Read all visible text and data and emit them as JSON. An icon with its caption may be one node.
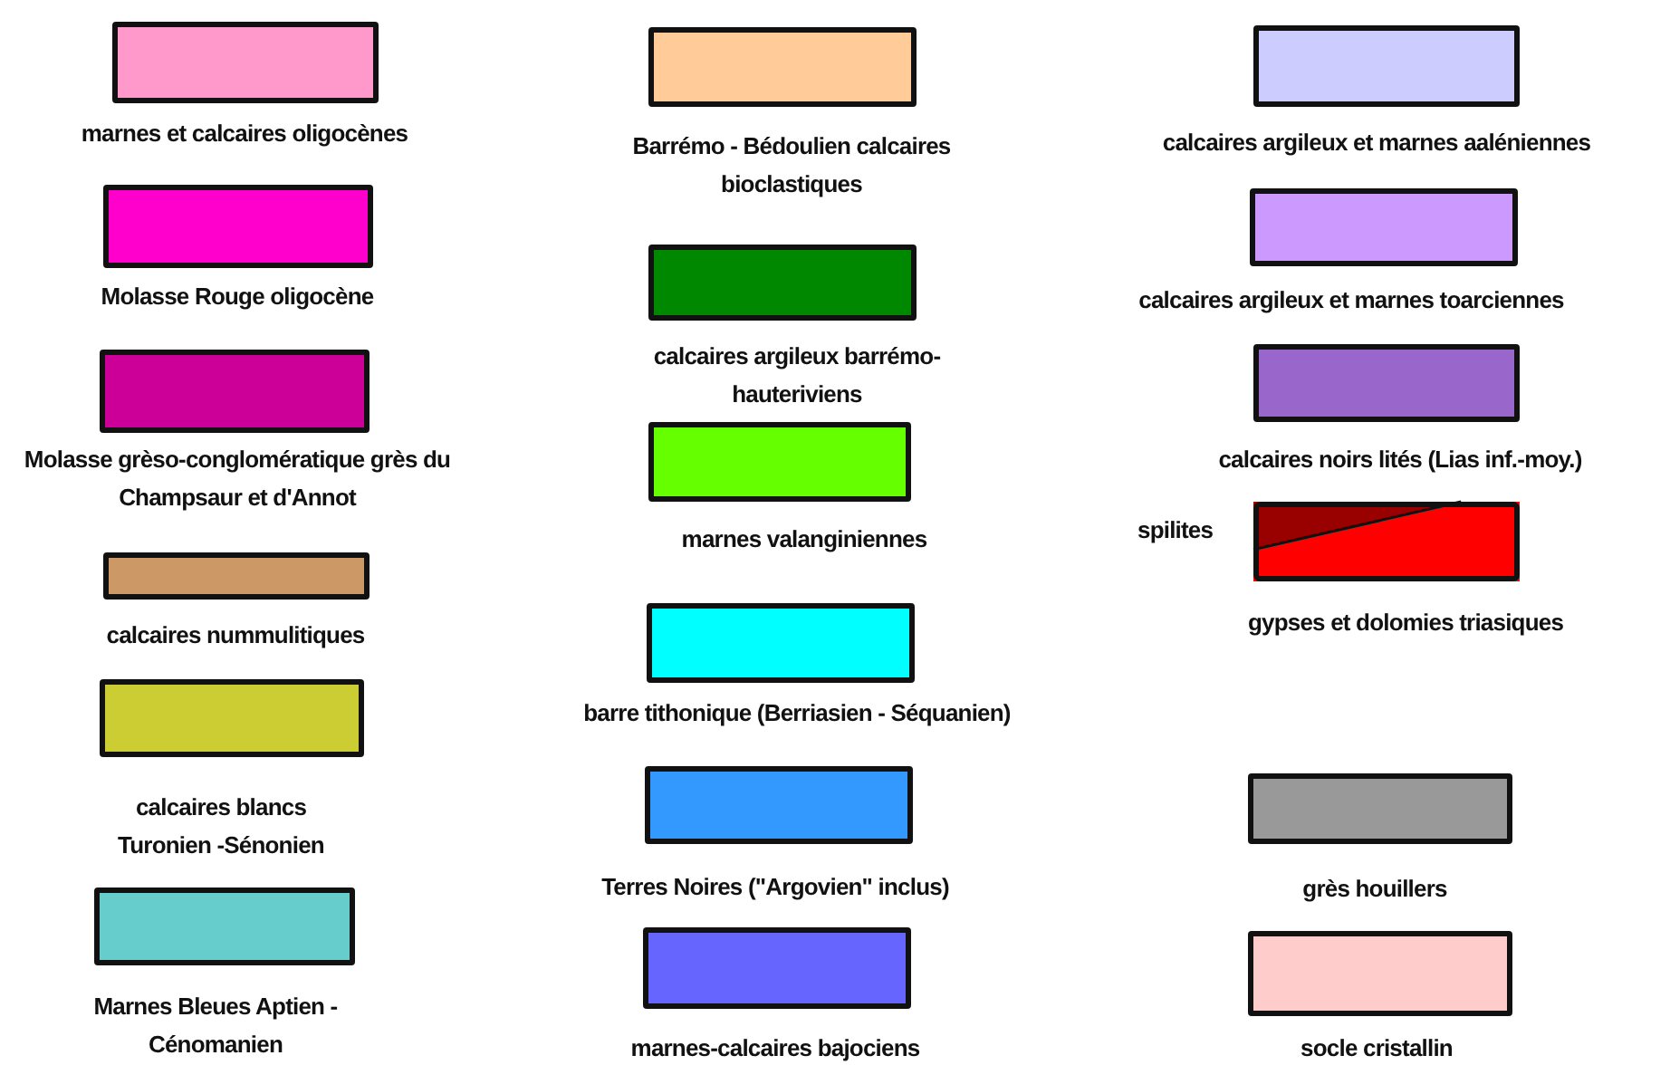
{
  "diagram": {
    "legend": [
      {
        "text": "marnes et calcaires oligocènes",
        "color": "#ff99cc"
      },
      {
        "text": "Molasse Rouge oligocène",
        "color": "#ff00cc"
      },
      {
        "text": "Molasse grèso-conglomératique grès du Champsaur et d'Annot",
        "color": "#cc0099"
      },
      {
        "text": "calcaires nummulitiques",
        "color": "#cc9966"
      },
      {
        "text": "calcaires blancs Turonien -Sénonien",
        "color": "#cccc33"
      },
      {
        "text": "Marnes Bleues Aptien - Cénomanien",
        "color": "#66cccc"
      },
      {
        "text": "Barrémo - Bédoulien calcaires bioclastiques",
        "color": "#ffcc99"
      },
      {
        "text": "calcaires argileux barrémo-hauteriviens",
        "color": "#008800"
      },
      {
        "text": "marnes valanginiennes",
        "color": "#66ff00"
      },
      {
        "text": "barre tithonique (Berriasien - Séquanien)",
        "color": "#00ffff"
      },
      {
        "text": "Terres Noires (\"Argovien\" inclus)",
        "color": "#3399ff"
      },
      {
        "text": "marnes-calcaires bajociens",
        "color": "#6666ff"
      },
      {
        "text": "calcaires argileux et marnes aaléniennes",
        "color": "#ccccff"
      },
      {
        "text": "calcaires argileux et marnes toarciennes",
        "color": "#cc99ff"
      },
      {
        "text": "calcaires noirs lités (Lias inf.-moy.)",
        "color": "#9966cc"
      },
      {
        "text": "spilites",
        "color": "#990000"
      },
      {
        "text": "gypses et dolomies triasiques",
        "color": "#ff0000"
      },
      {
        "text": "grès houillers",
        "color": "#999999"
      },
      {
        "text": "socle cristallin",
        "color": "#ffcccc"
      }
    ]
  }
}
